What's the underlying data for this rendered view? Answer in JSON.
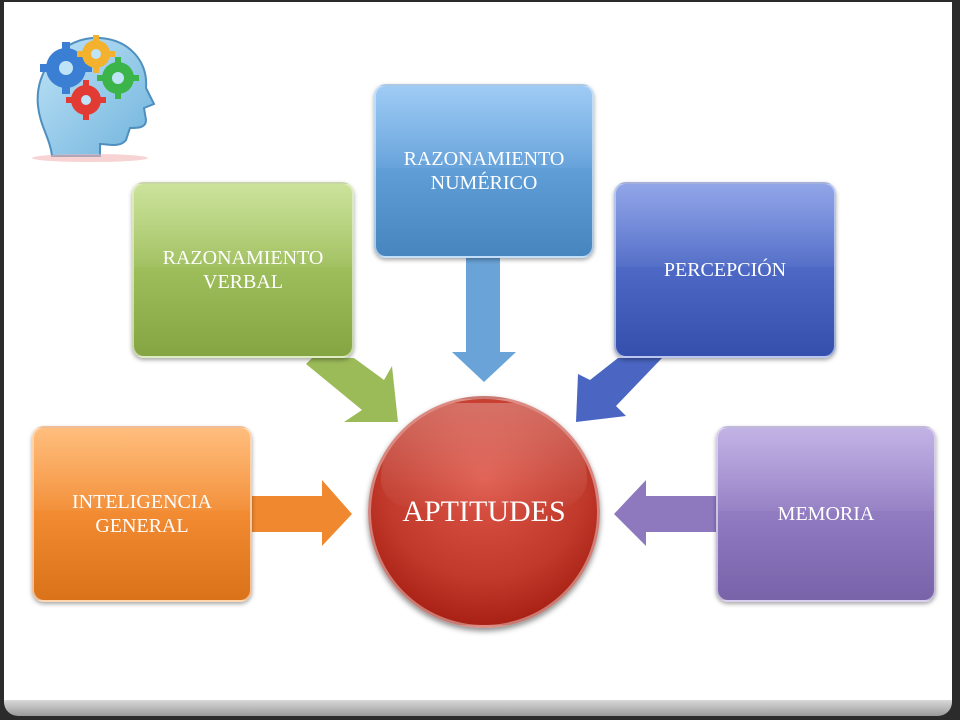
{
  "center": {
    "label": "APTITUDES"
  },
  "nodes": [
    {
      "id": "inteligencia-general",
      "label": "INTELIGENCIA GENERAL"
    },
    {
      "id": "razonamiento-verbal",
      "label": "RAZONAMIENTO VERBAL"
    },
    {
      "id": "razonamiento-numerico",
      "label": "RAZONAMIENTO NUMÉRICO"
    },
    {
      "id": "percepcion",
      "label": "PERCEPCIÓN"
    },
    {
      "id": "memoria",
      "label": "MEMORIA"
    }
  ],
  "colors": {
    "inteligencia_general": "#f0882f",
    "razonamiento_verbal": "#9bbb59",
    "razonamiento_numerico": "#5d9bd5",
    "percepcion": "#4a66c2",
    "memoria": "#8e79bf",
    "center": "#c0392b"
  },
  "icons": {
    "logo": "head-gears-icon"
  }
}
